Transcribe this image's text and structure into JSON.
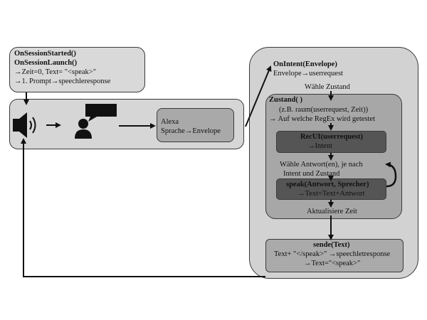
{
  "session_box": {
    "line1": "OnSessionStarted()",
    "line2": "OnSessionLaunch()",
    "line3": "→Zeit=0, Text= \"<speak>\"",
    "line4": "→1. Prompt→speechleresponse"
  },
  "alexa_box": {
    "line1": "Alexa",
    "line2": "Sprache→Envelope"
  },
  "intent_box": {
    "title": "OnIntent(Envelope)",
    "subtitle": "Envelope→userrequest",
    "choose_state": "Wähle Zustand"
  },
  "state_box": {
    "title": "Zustand( )",
    "line1": "(z.B. raum(userrequest, Zeit))",
    "line2": "→ Auf welche RegEx wird getestet",
    "recui_title": "RecUI(userrequest)",
    "recui_sub": "→Intent",
    "choose_answer_1": "Wähle Antwort(en), je nach",
    "choose_answer_2": "Intent und Zustand",
    "speak_title": "speak(Antwort, Sprecher)",
    "speak_sub": "→Text=Text+Antwort",
    "update_time": "Aktualisiere Zeit"
  },
  "send_box": {
    "title": "sende(Text)",
    "line1": "Text+ \"</speak>\" →speechletresponse",
    "line2": "→Text=\"<speak>\""
  },
  "icons": [
    "speaker-icon",
    "person-speaking-icon"
  ]
}
